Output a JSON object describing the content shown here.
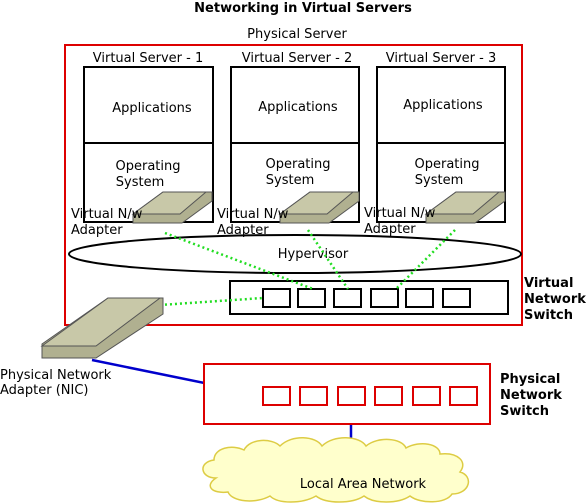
{
  "diagram": {
    "title": "Networking in Virtual Servers",
    "physical_server_label": "Physical Server",
    "virtual_servers": [
      {
        "name": "Virtual Server - 1",
        "apps": "Applications",
        "os_line1": "Operating",
        "os_line2": "System",
        "adapter_line1": "Virtual N/w",
        "adapter_line2": "Adapter"
      },
      {
        "name": "Virtual Server - 2",
        "apps": "Applications",
        "os_line1": "Operating",
        "os_line2": "System",
        "adapter_line1": "Virtual N/w",
        "adapter_line2": "Adapter"
      },
      {
        "name": "Virtual Server - 3",
        "apps": "Applications",
        "os_line1": "Operating",
        "os_line2": "System",
        "adapter_line1": "Virtual N/w",
        "adapter_line2": "Adapter"
      }
    ],
    "hypervisor_label": "Hypervisor",
    "virtual_switch_label": [
      "Virtual",
      "Network",
      "Switch"
    ],
    "physical_adapter_label": [
      "Physical Network",
      "Adapter (NIC)"
    ],
    "physical_switch_label": [
      "Physical",
      "Network",
      "Switch"
    ],
    "lan_label": "Local Area Network",
    "colors": {
      "server_border": "#dd0000",
      "switch_port_red": "#dd0000",
      "virtual_link": "#22dd22",
      "physical_link": "#0000cc",
      "adapter_fill": "#b8b89a",
      "cloud_fill": "#ffffcc",
      "cloud_stroke": "#ddcc44"
    }
  }
}
